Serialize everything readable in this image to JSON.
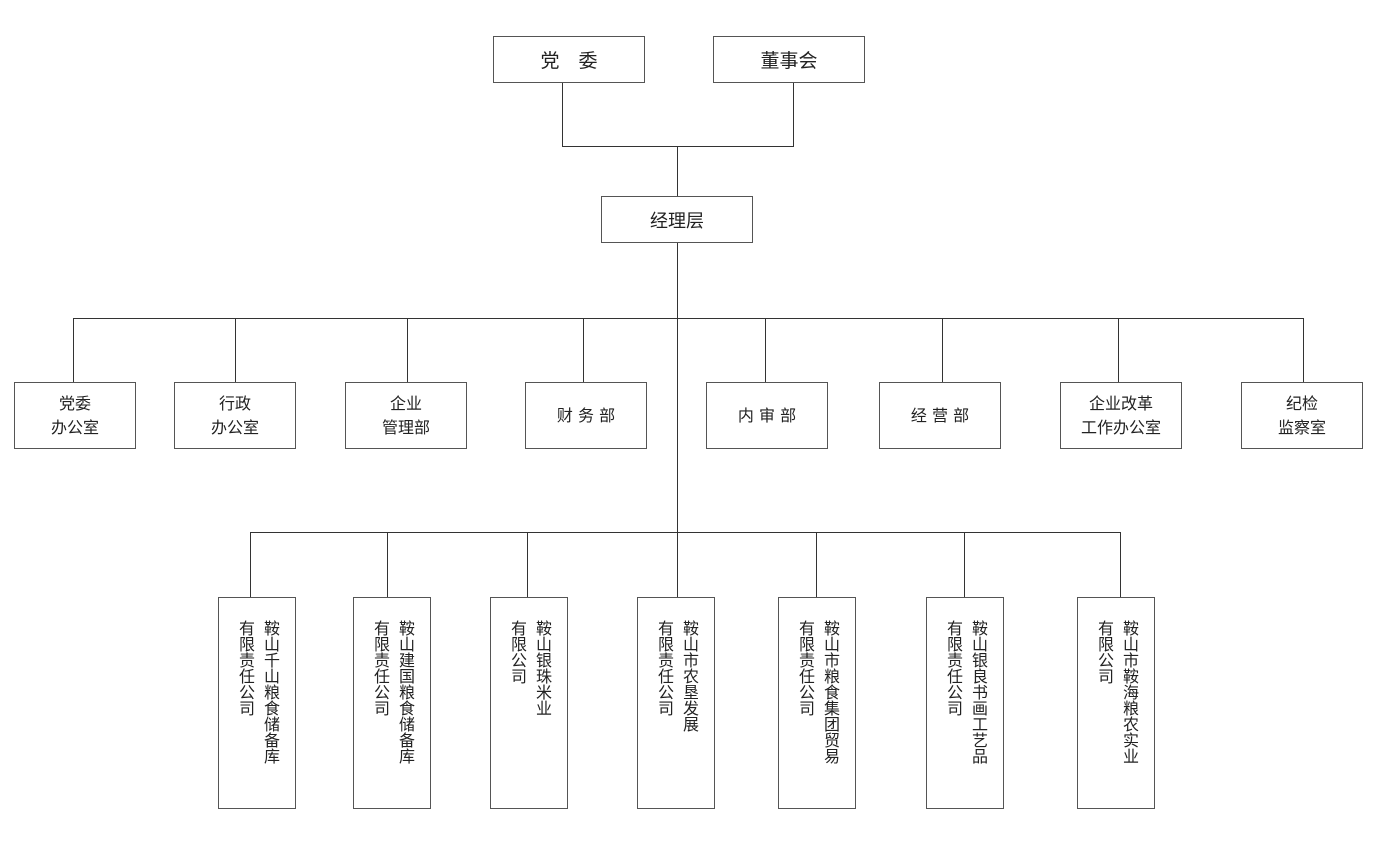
{
  "top": {
    "party_committee": "党　委",
    "board": "董事会"
  },
  "management": "经理层",
  "departments": [
    {
      "line1": "党委",
      "line2": "办公室"
    },
    {
      "line1": "行政",
      "line2": "办公室"
    },
    {
      "line1": "企业",
      "line2": "管理部"
    },
    {
      "line1": "财 务 部",
      "line2": ""
    },
    {
      "line1": "内 审 部",
      "line2": ""
    },
    {
      "line1": "经 营 部",
      "line2": ""
    },
    {
      "line1": "企业改革",
      "line2": "工作办公室"
    },
    {
      "line1": "纪检",
      "line2": "监察室"
    }
  ],
  "companies": [
    {
      "col1": "鞍山千山粮食储备库",
      "col2": "有限责任公司"
    },
    {
      "col1": "鞍山建国粮食储备库",
      "col2": "有限责任公司"
    },
    {
      "col1": "鞍山银珠米业",
      "col2": "有限公司"
    },
    {
      "col1": "鞍山市农垦发展",
      "col2": "有限责任公司"
    },
    {
      "col1": "鞍山市粮食集团贸易",
      "col2": "有限责任公司"
    },
    {
      "col1": "鞍山银良书画工艺品",
      "col2": "有限责任公司"
    },
    {
      "col1": "鞍山市鞍海粮农实业",
      "col2": "有限公司"
    }
  ]
}
